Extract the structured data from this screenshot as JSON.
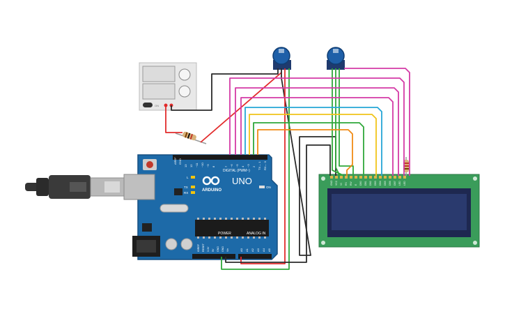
{
  "arduino": {
    "brand_uno": "UNO",
    "brand_arduino": "ARDUINO",
    "digital_label": "DIGITAL (PWM~)",
    "power_label": "POWER",
    "analog_label": "ANALOG IN",
    "led_l": "L",
    "led_tx": "TX",
    "led_rx": "RX",
    "on_label": "ON",
    "aref": "AREF",
    "gnd_top": "GND",
    "digital_pins": [
      "13",
      "12",
      "~11",
      "~10",
      "~9",
      "8",
      "7",
      "~6",
      "~5",
      "4",
      "~3",
      "2",
      "TX→ 1",
      "RX← 0"
    ],
    "power_pins": [
      "IOREF",
      "RESET",
      "3.3V",
      "5V",
      "GND",
      "GND",
      "Vin"
    ],
    "analog_pins": [
      "A0",
      "A1",
      "A2",
      "A3",
      "A4",
      "A5"
    ]
  },
  "lcd": {
    "pins": [
      "GND",
      "VCC",
      "V0",
      "RS",
      "RW",
      "E",
      "DB0",
      "DB1",
      "DB2",
      "DB3",
      "DB4",
      "DB5",
      "DB6",
      "DB7",
      "LED",
      "LED"
    ]
  },
  "power_supply": {
    "label_on": "ON"
  },
  "colors": {
    "board": "#1d6aa8",
    "lcd_pcb": "#3a9c5a",
    "lcd_screen": "#22305e",
    "wire_red": "#e22b2b",
    "wire_black": "#2a2a2a",
    "wire_magenta": "#d43aa6",
    "wire_cyan": "#26a6d6",
    "wire_yellow": "#f0c419",
    "wire_orange": "#f08a14",
    "wire_green": "#2fa83a",
    "pot_knob": "#1e5fa8"
  }
}
